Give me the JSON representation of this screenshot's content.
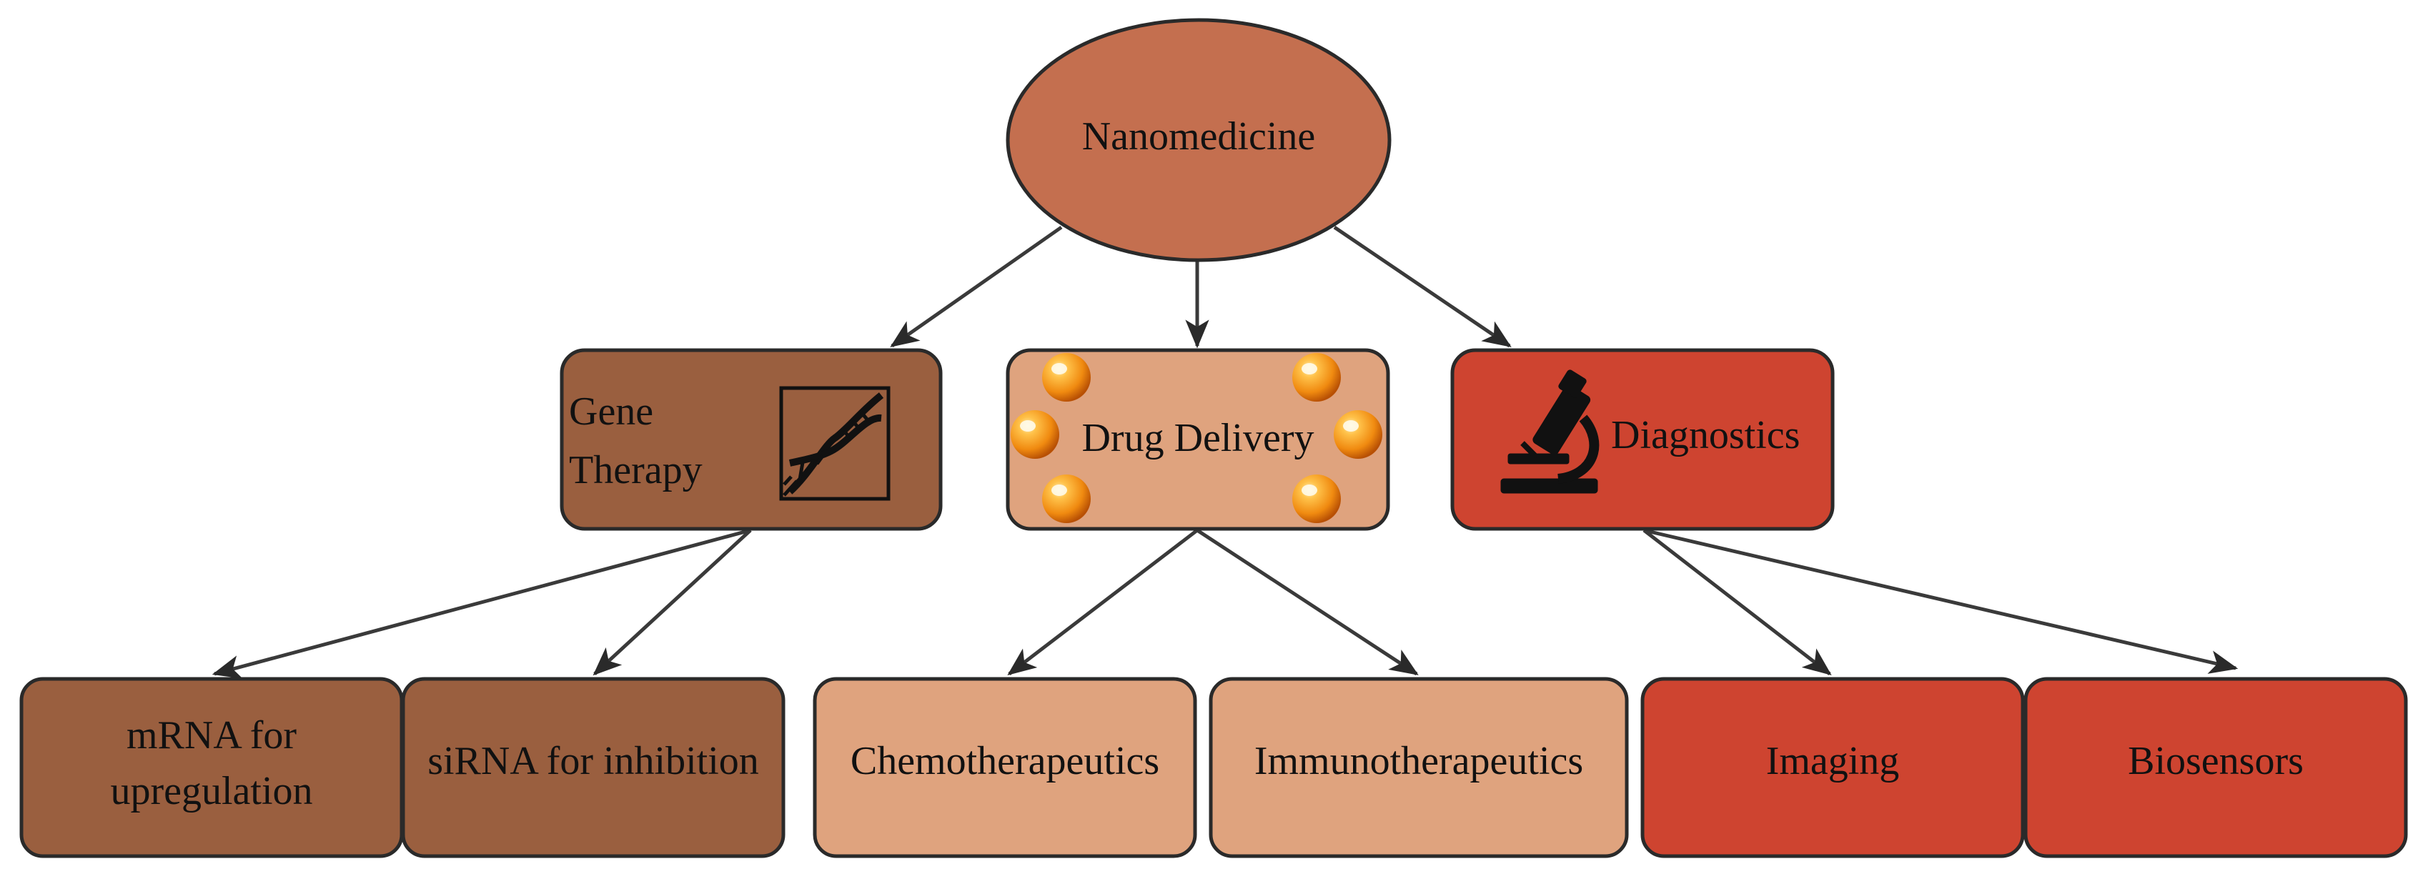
{
  "colors": {
    "root_fill": "#C46F4F",
    "gene_fill": "#9A5F3F",
    "drug_fill": "#DFA37E",
    "diag_fill": "#CE4430",
    "edge": "#3A3A3A",
    "orb_hi": "#FFE9A8",
    "orb_mid": "#F7A01F",
    "orb_dark": "#C35A05"
  },
  "root": {
    "label": "Nanomedicine"
  },
  "categories": {
    "gene": {
      "line1": "Gene",
      "line2": "Therapy",
      "icon": "dna-helix-icon"
    },
    "drug": {
      "label": "Drug Delivery",
      "icon": "nanoparticle-orb-icon"
    },
    "diagnostics": {
      "label": "Diagnostics",
      "icon": "microscope-icon"
    }
  },
  "leaves": {
    "mrna": {
      "line1": "mRNA for",
      "line2": "upregulation"
    },
    "sirna": {
      "label": "siRNA for inhibition"
    },
    "chemo": {
      "label": "Chemotherapeutics"
    },
    "immuno": {
      "label": "Immunotherapeutics"
    },
    "imaging": {
      "label": "Imaging"
    },
    "biosensors": {
      "label": "Biosensors"
    }
  }
}
